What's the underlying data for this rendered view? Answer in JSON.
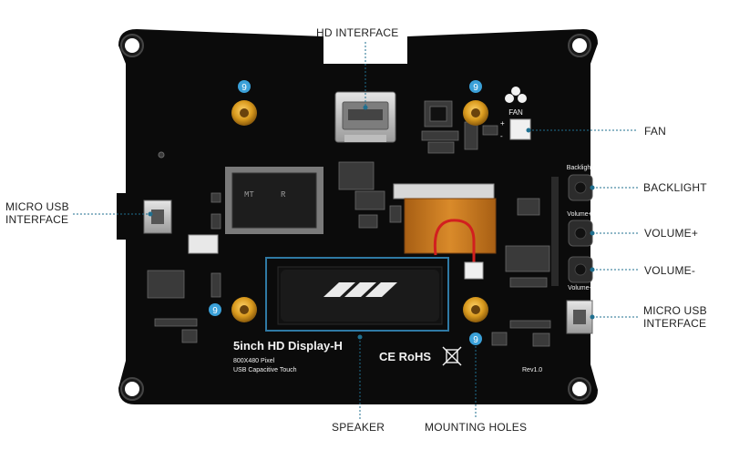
{
  "callouts": {
    "hd_interface": "HD INTERFACE",
    "fan": "FAN",
    "micro_usb_left": [
      "MICRO USB",
      "INTERFACE"
    ],
    "backlight": "BACKLIGHT",
    "volume_plus": "VOLUME+",
    "volume_minus": "VOLUME-",
    "micro_usb_right": [
      "MICRO USB",
      "INTERFACE"
    ],
    "speaker": "SPEAKER",
    "mounting_holes": "MOUNTING HOLES"
  },
  "board": {
    "title": "5inch HD Display-H",
    "resolution": "800X480 Pixel",
    "touch": "USB Capacitive Touch",
    "revision": "Rev1.0",
    "fan_label": "FAN",
    "backlight_label": "Backlight",
    "volume_plus_label": "Volume+",
    "volume_minus_label": "Volume-",
    "hole_badge": "9",
    "chip_text": [
      "MT",
      "R"
    ],
    "cert_text": "CE RoHS"
  },
  "colors": {
    "board": "#0b0b0b",
    "pcb_text": "#f2f2f2",
    "leader_line": "#1f6f8f",
    "badge": "#3aa0d8",
    "brass": "#d99a1e",
    "ribbon": "#c8761e"
  },
  "icons": {
    "fan": "fan-icon",
    "hdmi": "hdmi-port-icon",
    "usb": "micro-usb-port-icon",
    "ce": "ce-mark-icon",
    "weee": "crossed-bin-icon"
  }
}
